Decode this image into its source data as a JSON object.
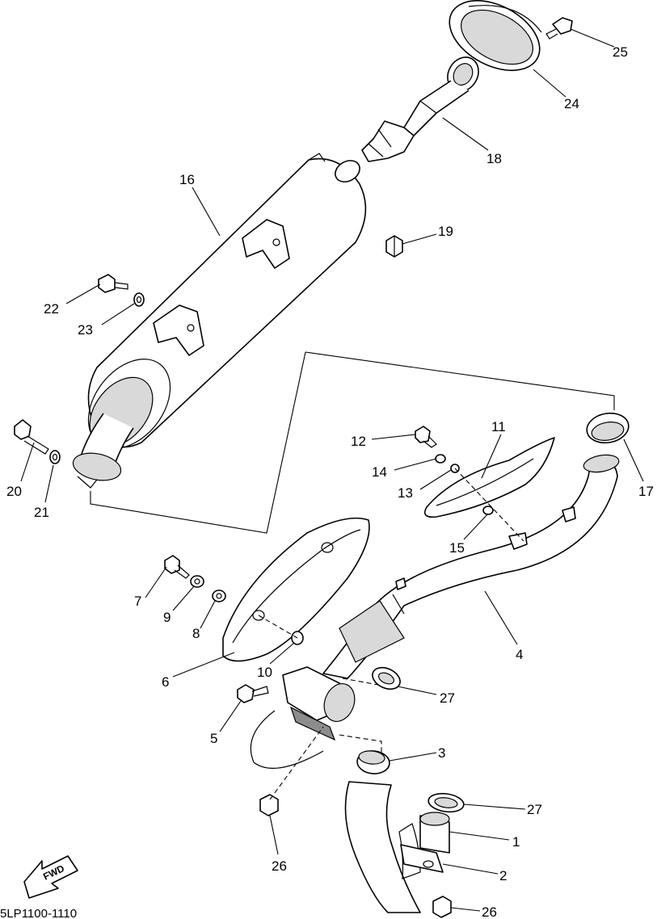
{
  "diagram": {
    "drawing_code": "5LP1100-1110",
    "direction_label": "FWD",
    "callouts": {
      "c1": "1",
      "c2": "2",
      "c3": "3",
      "c4": "4",
      "c5": "5",
      "c6": "6",
      "c7": "7",
      "c8": "8",
      "c9": "9",
      "c10": "10",
      "c11": "11",
      "c12": "12",
      "c13": "13",
      "c14": "14",
      "c15": "15",
      "c16": "16",
      "c17": "17",
      "c18": "18",
      "c19": "19",
      "c20": "20",
      "c21": "21",
      "c22": "22",
      "c23": "23",
      "c24": "24",
      "c25": "25",
      "c26a": "26",
      "c26b": "26",
      "c27a": "27",
      "c27b": "27"
    }
  }
}
